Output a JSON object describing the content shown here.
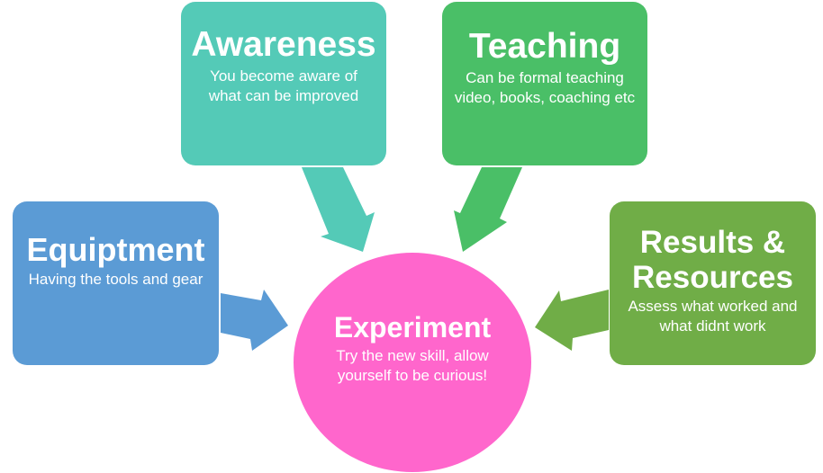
{
  "diagram": {
    "center": {
      "title": "Experiment",
      "description": "Try the new skill, allow yourself to be curious!",
      "color": "#ff66cc"
    },
    "nodes": [
      {
        "id": "awareness",
        "title": "Awareness",
        "description": "You become aware of what can be improved",
        "color": "#54cab7"
      },
      {
        "id": "teaching",
        "title": "Teaching",
        "description": "Can be formal teaching video, books, coaching etc",
        "color": "#4abf67"
      },
      {
        "id": "equipment",
        "title": "Equiptment",
        "description": "Having the tools and gear",
        "color": "#5b9bd5"
      },
      {
        "id": "results",
        "title": "Results & Resources",
        "description": "Assess what worked and what didnt work",
        "color": "#70ad47"
      }
    ]
  }
}
